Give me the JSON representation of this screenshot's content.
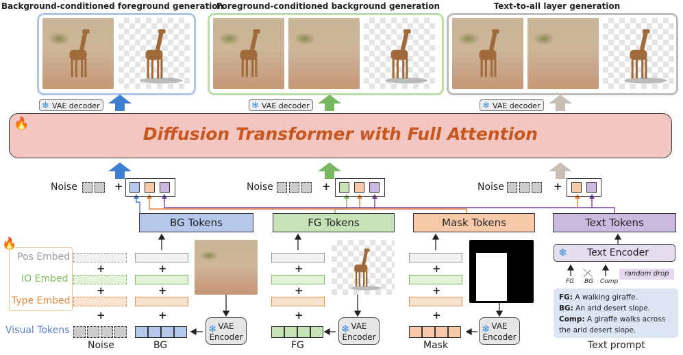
{
  "panels": [
    {
      "title": "Background-conditioned foreground generation",
      "color": "#aec4e6"
    },
    {
      "title": "Foreground-conditioned background generation",
      "color": "#b9dca8"
    },
    {
      "title": "Text-to-all layer generation",
      "color": "#bcbcbc"
    }
  ],
  "vae_decoder_label": "VAE decoder",
  "arrow_colors": {
    "bg": "#3f7fd1",
    "fg": "#7ab761",
    "all": "#c9beb4",
    "orange": "#e97c2d",
    "purple": "#7b40a8"
  },
  "transformer": {
    "title": "Diffusion Transformer with Full Attention",
    "fire_icon": "fire-icon",
    "color": "#c8561f"
  },
  "noise_label": "Noise",
  "tokens": {
    "bg": {
      "label": "BG Tokens",
      "color": "#b5c8ec"
    },
    "fg": {
      "label": "FG Tokens",
      "color": "#c8e2b7"
    },
    "mask": {
      "label": "Mask Tokens",
      "color": "#f7c9a8"
    },
    "text": {
      "label": "Text Tokens",
      "color": "#cbb9e0"
    }
  },
  "embeds": {
    "pos": {
      "label": "Pos Embed",
      "color": "#999999"
    },
    "io": {
      "label": "IO Embed",
      "color": "#7dbb5a"
    },
    "type": {
      "label": "Type Embed",
      "color": "#e98a3c"
    },
    "visual": {
      "label": "Visual Tokens",
      "color": "#5b7ec8"
    }
  },
  "vae_encoder": {
    "line1": "VAE",
    "line2": "Encoder"
  },
  "bottom_labels": {
    "noise": "Noise",
    "bg": "BG",
    "fg": "FG",
    "mask": "Mask"
  },
  "text_encoder": {
    "label": "Text Encoder"
  },
  "text_inputs": {
    "fg": "FG",
    "bg": "BG",
    "comp": "Comp",
    "random_drop": "random drop"
  },
  "text_prompt": {
    "fg_key": "FG:",
    "fg_val": "A walking giraffe.",
    "bg_key": "BG:",
    "bg_val": "An arid desert slope.",
    "comp_key": "Comp:",
    "comp_val1": "A giraffe walks across",
    "comp_val2": "the arid desert slope.",
    "caption": "Text prompt"
  }
}
